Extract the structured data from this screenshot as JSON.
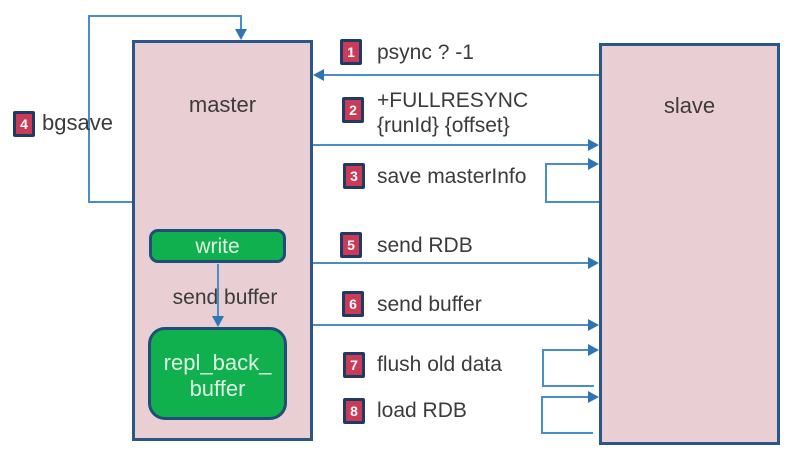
{
  "master": {
    "label": "master",
    "write_label": "write",
    "send_buffer_label": "send buffer",
    "repl_buffer_line1": "repl_back_",
    "repl_buffer_line2": "buffer"
  },
  "slave": {
    "label": "slave"
  },
  "steps": {
    "s1": {
      "num": "1",
      "label": "psync ? -1"
    },
    "s2": {
      "num": "2",
      "line1": "+FULLRESYNC",
      "line2": "{runId} {offset}"
    },
    "s3": {
      "num": "3",
      "label": "save masterInfo"
    },
    "s4": {
      "num": "4",
      "label": "bgsave"
    },
    "s5": {
      "num": "5",
      "label": "send RDB"
    },
    "s6": {
      "num": "6",
      "label": "send buffer"
    },
    "s7": {
      "num": "7",
      "label": "flush old data"
    },
    "s8": {
      "num": "8",
      "label": "load RDB"
    }
  },
  "colors": {
    "node_fill": "#e9cfd3",
    "node_border": "#2a568a",
    "green_fill": "#10b04e",
    "green_border": "#1f4e79",
    "badge_fill": "#cb3a56",
    "badge_border": "#1e3a66",
    "line": "#4a8ec9",
    "arrowhead": "#2e75b6",
    "text": "#3b3b3b"
  }
}
